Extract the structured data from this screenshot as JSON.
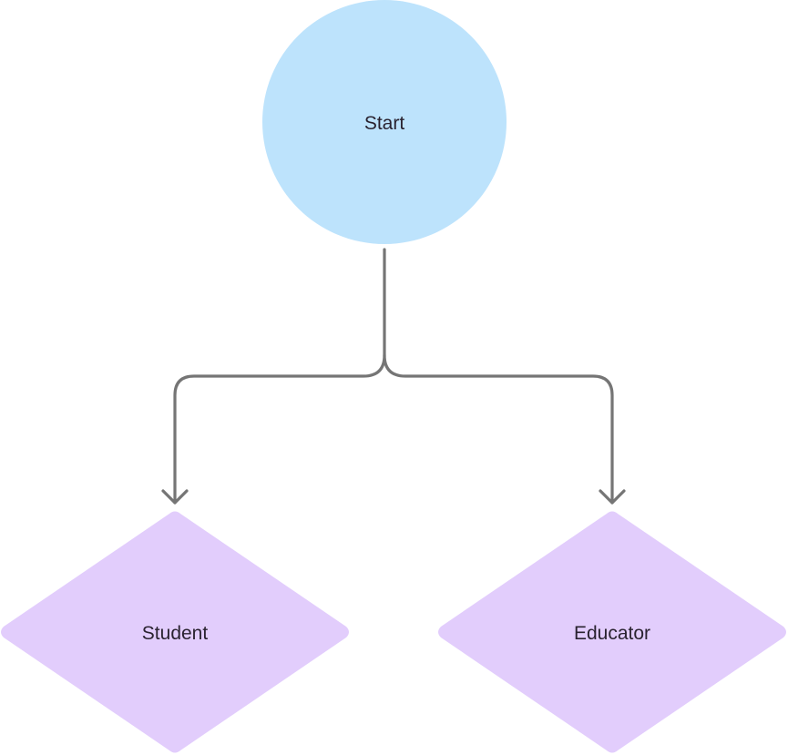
{
  "diagram": {
    "type": "flowchart",
    "nodes": [
      {
        "id": "start",
        "shape": "circle",
        "label": "Start",
        "fill": "#bde3fc"
      },
      {
        "id": "student",
        "shape": "diamond",
        "label": "Student",
        "fill": "#e2cdfc"
      },
      {
        "id": "educator",
        "shape": "diamond",
        "label": "Educator",
        "fill": "#e2cdfc"
      }
    ],
    "edges": [
      {
        "from": "start",
        "to": "student"
      },
      {
        "from": "start",
        "to": "educator"
      }
    ],
    "connector_color": "#757575",
    "text_color": "#2a2330"
  }
}
